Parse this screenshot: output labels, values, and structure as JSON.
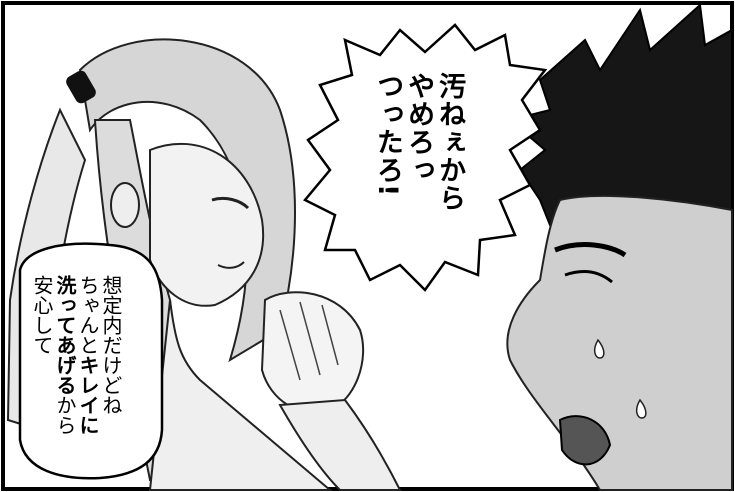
{
  "bubble_right": {
    "lines": [
      "汚ねぇから",
      "やめろっ",
      "つったろ!"
    ]
  },
  "bubble_left": {
    "lines": [
      {
        "text": "想定内だけどね",
        "bold": false
      },
      {
        "text": "ちゃんとキレイに",
        "bold": false,
        "bold_part": "キレイに",
        "prefix": "ちゃんと"
      },
      {
        "text": "洗ってあげるから",
        "bold": true,
        "bold_part": "洗ってあげる",
        "suffix": "から"
      },
      {
        "text": "安心して",
        "bold": false
      }
    ]
  }
}
